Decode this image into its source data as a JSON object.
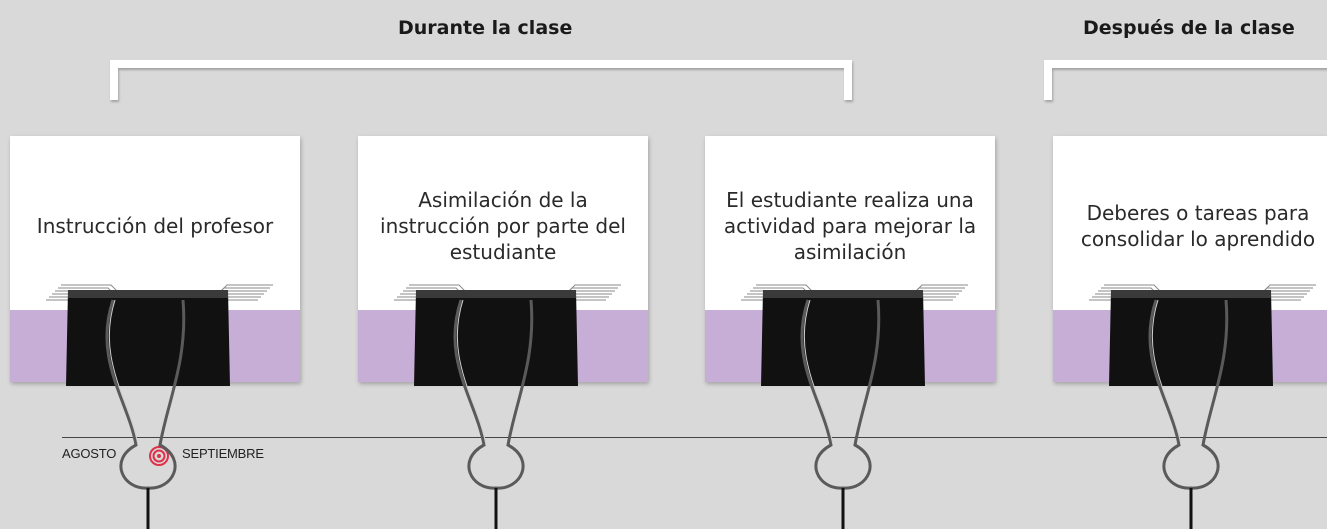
{
  "groups": [
    {
      "title": "Durante la clase"
    },
    {
      "title": "Después de la clase"
    }
  ],
  "cards": [
    {
      "text": "Instrucción del profesor"
    },
    {
      "text": "Asimilación de la instrucción por parte del estudiante"
    },
    {
      "text": "El estudiante realiza una actividad para mejorar la asimilación"
    },
    {
      "text": "Deberes o tareas para consolidar lo aprendido"
    }
  ],
  "timeline": {
    "months": [
      "AGOSTO",
      "SEPTIEMBRE"
    ]
  },
  "colors": {
    "background": "#d9d9d9",
    "card": "#ffffff",
    "band": "#c7aed6",
    "clip": "#111111",
    "marker": "#e0304a"
  }
}
